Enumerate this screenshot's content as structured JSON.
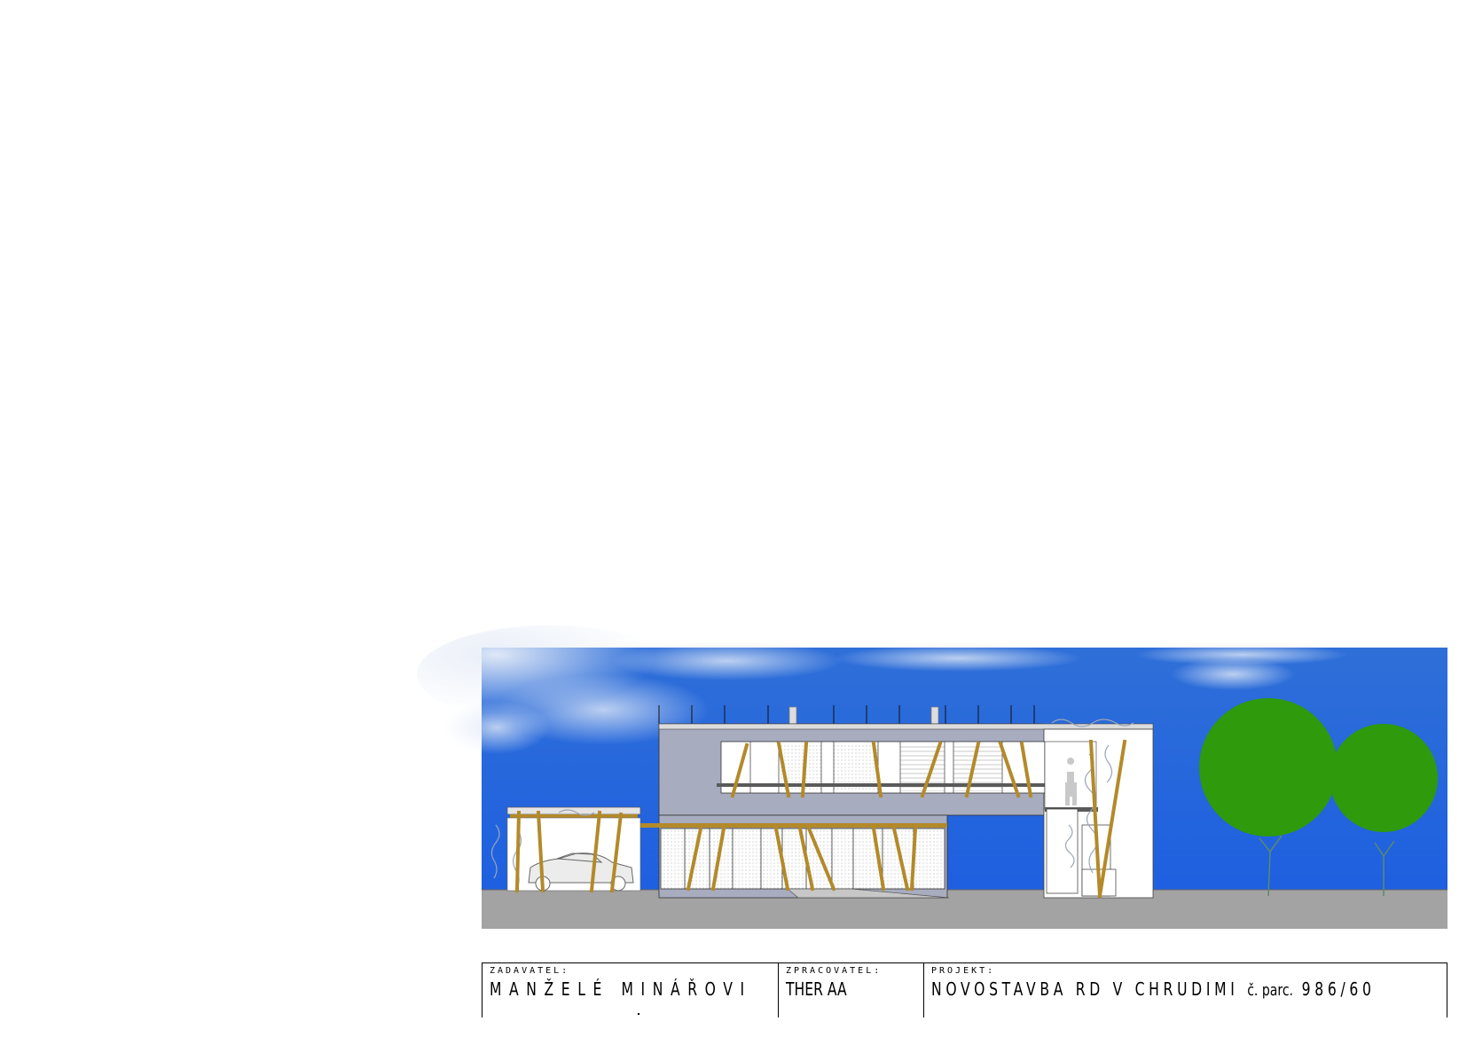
{
  "title_block": {
    "client": {
      "label": "ZADAVATEL:",
      "value": "MANŽELÉ MINÁŘOVI"
    },
    "author": {
      "label": "ZPRACOVATEL:",
      "value": "THER AA"
    },
    "project": {
      "label": "PROJEKT:",
      "value_main": "NOVOSTAVBA RD V CHRUDIMI",
      "value_parcel_prefix": "č. parc.",
      "value_parcel_number": "986/60"
    }
  },
  "colors": {
    "sky": "#1f63d6",
    "ground": "#a3a3a3",
    "facade": "#a7acbf",
    "timber": "#b38a2a",
    "tree": "#2e9a0c"
  }
}
